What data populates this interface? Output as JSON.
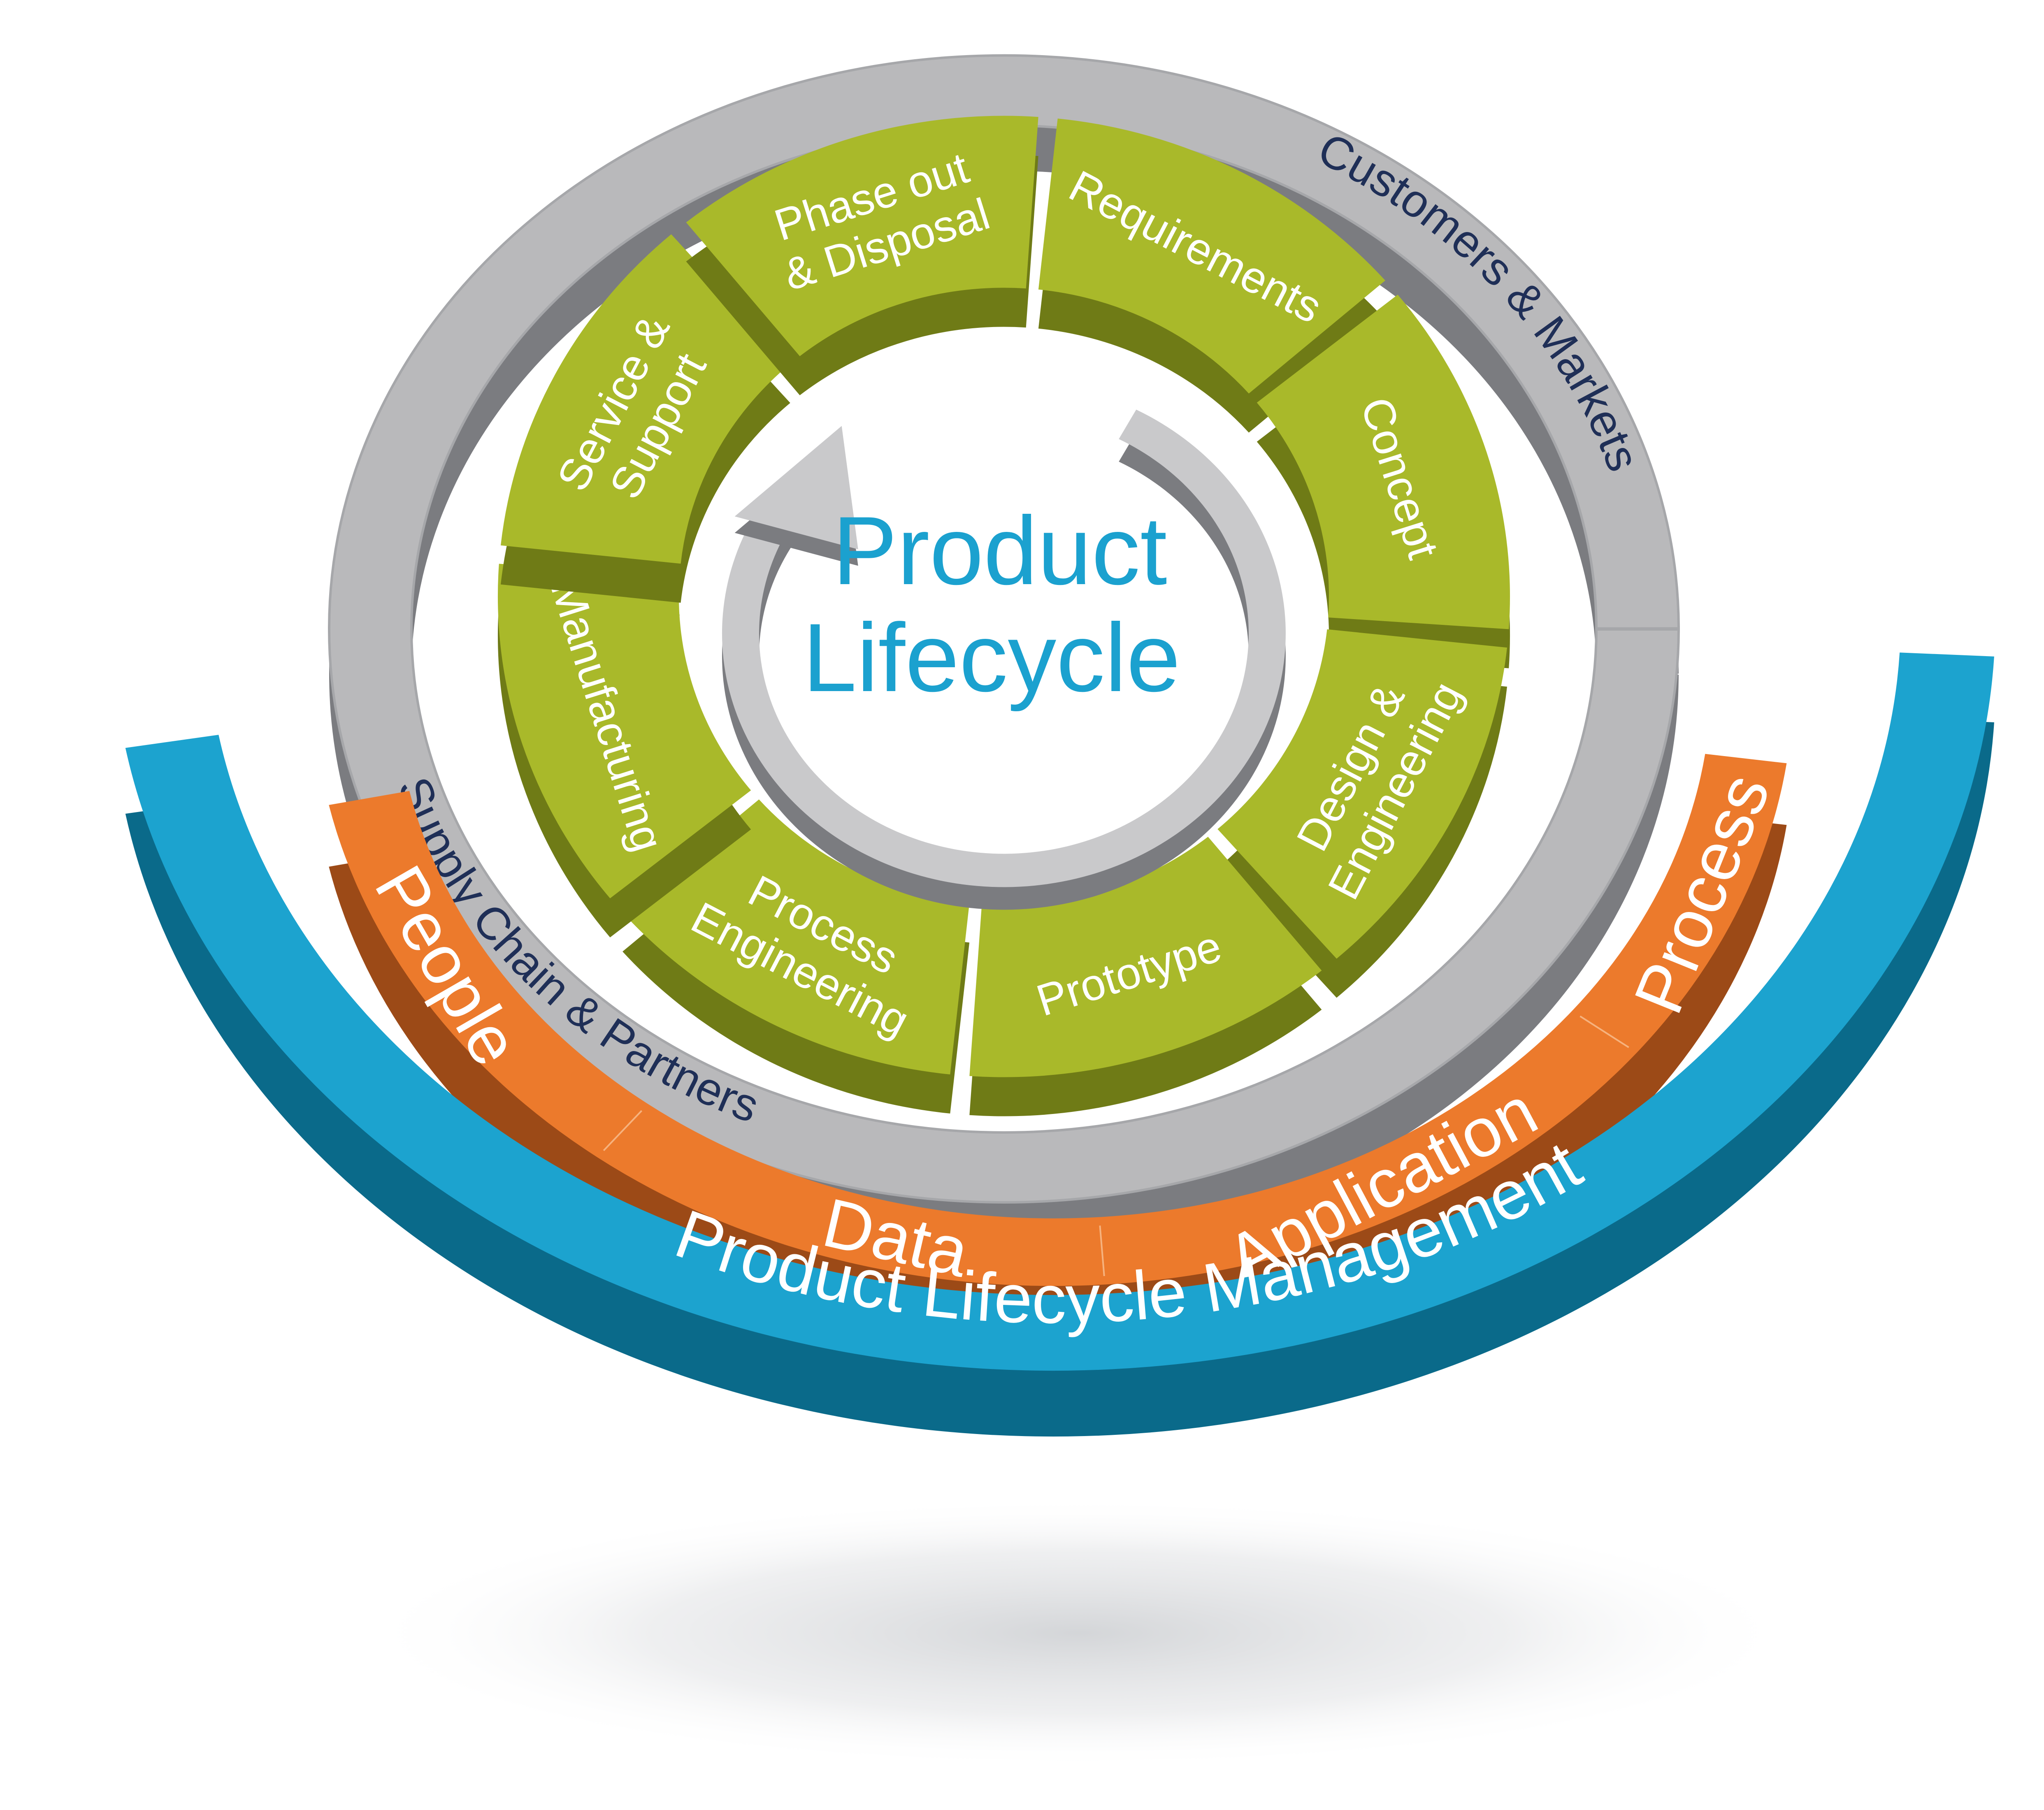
{
  "center": {
    "line1": "Product",
    "line2": "Lifecycle"
  },
  "stages": [
    {
      "lines": [
        "Requirements"
      ]
    },
    {
      "lines": [
        "Concept"
      ]
    },
    {
      "lines": [
        "Design &",
        "Engineering"
      ]
    },
    {
      "lines": [
        "Prototype"
      ]
    },
    {
      "lines": [
        "Process",
        "Engineering"
      ]
    },
    {
      "lines": [
        "Manufacturing"
      ]
    },
    {
      "lines": [
        "Service &",
        "Support"
      ]
    },
    {
      "lines": [
        "Phase out",
        "& Disposal"
      ]
    }
  ],
  "outer_ring": {
    "top_label": "Customers & Markets",
    "bottom_label": "Supply Chain & Partners"
  },
  "orange_band": {
    "items": [
      "People",
      "Data",
      "Application",
      "Process"
    ]
  },
  "blue_band": {
    "label": "Product Lifecycle Management"
  },
  "colors": {
    "green": "#a9b92a",
    "green_dark": "#6f7b16",
    "grey": "#b9b9bb",
    "grey_dark": "#7b7c80",
    "orange": "#ec7a2c",
    "orange_dark": "#9c4a17",
    "blue": "#1ca3cf",
    "blue_dark": "#0a6a8a",
    "center_text": "#1ba1cf",
    "ring_text": "#1f2f57"
  }
}
